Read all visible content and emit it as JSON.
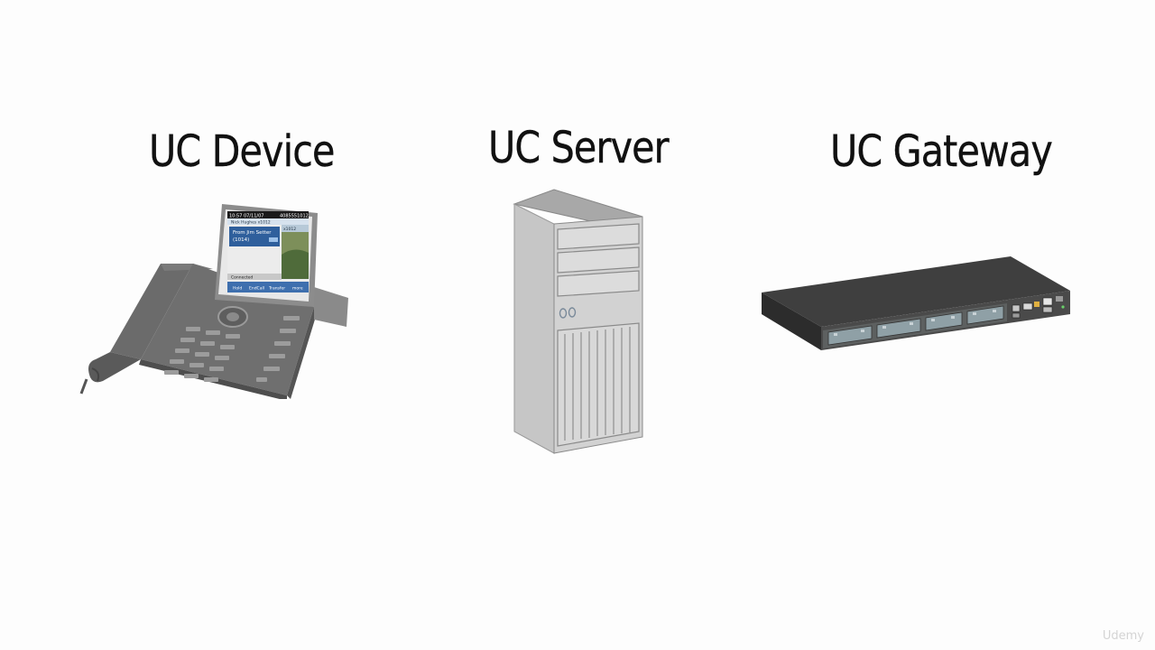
{
  "labels": {
    "device": "UC Device",
    "server": "UC Server",
    "gateway": "UC Gateway"
  },
  "phone_screen": {
    "time": "10:57 07/11/07",
    "number": "4085551012",
    "line1": "Nick Hughes x1012",
    "ext": "x1012",
    "call_from": "From Jim Setter",
    "call_num": "(1014)",
    "status": "Connected",
    "softkeys": [
      "Hold",
      "EndCall",
      "Transfer",
      "more"
    ]
  },
  "watermark": "Udemy"
}
